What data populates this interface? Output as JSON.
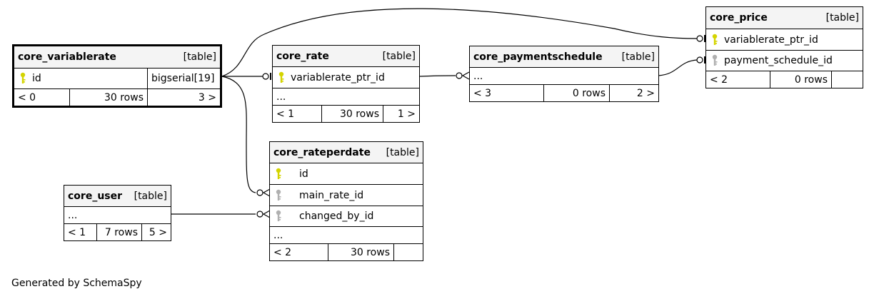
{
  "footer": "Generated by SchemaSpy",
  "colors": {
    "primary_key": "#d4d400",
    "foreign_key": "#b0b0b0",
    "header_bg": "#f4f4f4"
  },
  "tables": {
    "core_variablerate": {
      "name": "core_variablerate",
      "kind": "[table]",
      "column": {
        "name": "id",
        "type": "bigserial[19]",
        "icon": "primary-key-icon"
      },
      "parents": "< 0",
      "rows": "30 rows",
      "children": "3 >"
    },
    "core_rate": {
      "name": "core_rate",
      "kind": "[table]",
      "column": {
        "name": "variablerate_ptr_id",
        "icon": "primary-key-icon"
      },
      "ellipsis": "...",
      "parents": "< 1",
      "rows": "30 rows",
      "children": "1 >"
    },
    "core_paymentschedule": {
      "name": "core_paymentschedule",
      "kind": "[table]",
      "ellipsis": "...",
      "parents": "< 3",
      "rows": "0 rows",
      "children": "2 >"
    },
    "core_price": {
      "name": "core_price",
      "kind": "[table]",
      "columns": [
        {
          "name": "variablerate_ptr_id",
          "icon": "primary-key-icon"
        },
        {
          "name": "payment_schedule_id",
          "icon": "foreign-key-icon"
        }
      ],
      "parents": "< 2",
      "rows": "0 rows",
      "children": ""
    },
    "core_rateperdate": {
      "name": "core_rateperdate",
      "kind": "[table]",
      "columns": [
        {
          "name": "id",
          "icon": "primary-key-icon"
        },
        {
          "name": "main_rate_id",
          "icon": "foreign-key-icon"
        },
        {
          "name": "changed_by_id",
          "icon": "foreign-key-icon"
        }
      ],
      "ellipsis": "...",
      "parents": "< 2",
      "rows": "30 rows",
      "children": ""
    },
    "core_user": {
      "name": "core_user",
      "kind": "[table]",
      "ellipsis": "...",
      "parents": "< 1",
      "rows": "7 rows",
      "children": "5 >"
    }
  }
}
